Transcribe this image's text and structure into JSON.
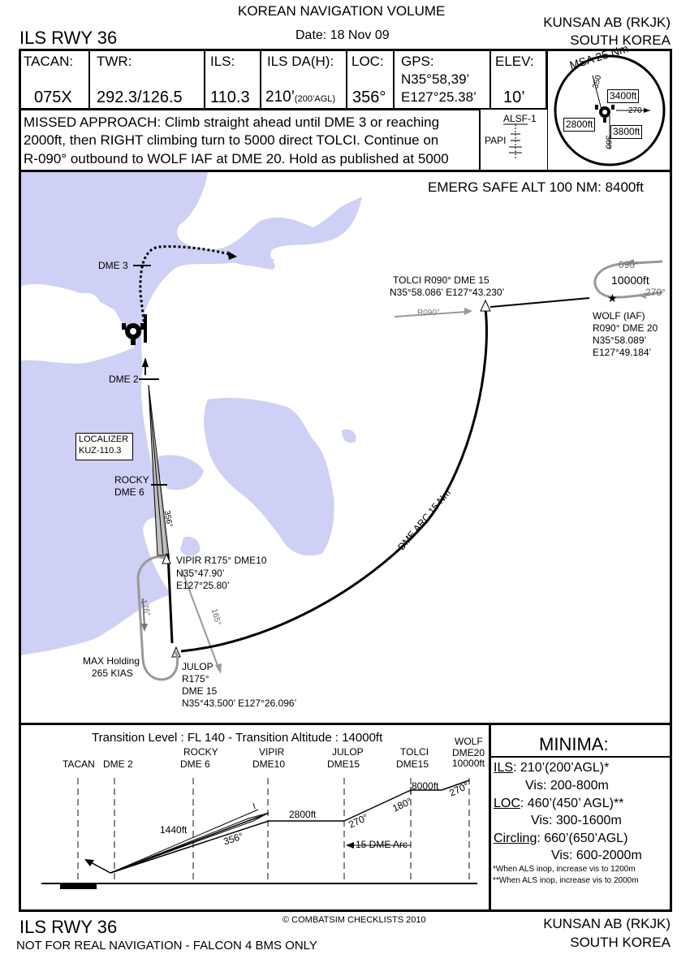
{
  "header": {
    "volume": "KOREAN NAVIGATION VOLUME",
    "procedure": "ILS RWY 36",
    "date": "Date: 18 Nov 09",
    "airport": "KUNSAN AB (RKJK)",
    "country": "SOUTH KOREA"
  },
  "info": {
    "tacan": {
      "label": "TACAN:",
      "value": "075X"
    },
    "twr": {
      "label": "TWR:",
      "value": "292.3/126.5"
    },
    "ils": {
      "label": "ILS:",
      "value": "110.3"
    },
    "ils_da": {
      "label": "ILS DA(H):",
      "value": "210’",
      "sub": "(200’AGL)"
    },
    "loc": {
      "label": "LOC:",
      "value": "356°"
    },
    "gps": {
      "label": "GPS:",
      "lat": "N35°58,39’",
      "lon": "E127°25.38’"
    },
    "elev": {
      "label": "ELEV:",
      "value": "10’"
    }
  },
  "missed_approach": {
    "line1": "MISSED APPROACH: Climb straight ahead until DME 3 or reaching",
    "line2": "2000ft, then RIGHT climbing turn to 5000 direct TOLCI. Continue on",
    "line3": "R-090° outbound to WOLF IAF at DME 20. Hold as published at 5000"
  },
  "lighting": {
    "alsf": "ALSF-1",
    "papi": "PAPI"
  },
  "msa": {
    "title": "MSA 25 Nm",
    "sectors": [
      "3400ft",
      "2800ft",
      "3800ft"
    ],
    "bearings": [
      "350",
      "270",
      "360"
    ]
  },
  "plan": {
    "emerg": "EMERG SAFE ALT 100 NM: 8400ft",
    "dme3": "DME 3",
    "dme2": "DME 2",
    "localizer": [
      "LOCALIZER",
      "KUZ-110.3"
    ],
    "rocky": [
      "ROCKY",
      "DME 6"
    ],
    "loc_course": "356°",
    "vipir": [
      "VIPIR  R175° DME10",
      "N35°47.90’",
      "E127°25.80’"
    ],
    "inbound_hold": "176°",
    "outbound_hold": "165°",
    "max_holding": [
      "MAX Holding",
      "265 KIAS"
    ],
    "julop": [
      "JULOP",
      "R175°",
      "DME 15",
      "N35°43.500’ E127°26.096’"
    ],
    "dme_arc": "DME ARC 15 Nm",
    "tolci": [
      "TOLCI R090° DME 15",
      "N35°58.086’ E127°43.230’"
    ],
    "r090": "R090°",
    "wolf": [
      "WOLF (IAF)",
      "R090° DME 20",
      "N35°58.089’",
      "E127°49.184’"
    ],
    "wolf_hold": {
      "out": "090°",
      "alt": "10000ft",
      "in": "270°"
    }
  },
  "profile": {
    "transition": "Transition Level : FL 140  -  Transition Altitude : 14000ft",
    "fixes": [
      {
        "l1": "",
        "l2": "TACAN"
      },
      {
        "l1": "",
        "l2": "DME 2"
      },
      {
        "l1": "ROCKY",
        "l2": "DME 6"
      },
      {
        "l1": "VIPIR",
        "l2": "DME10"
      },
      {
        "l1": "JULOP",
        "l2": "DME15"
      },
      {
        "l1": "TOLCI",
        "l2": "DME15"
      },
      {
        "l1": "WOLF",
        "l2": "DME20",
        "l3": "10000ft"
      }
    ],
    "alt_1440": "1440ft",
    "course_356": "356°",
    "alt_2800": "2800ft",
    "crs_270a": "270°",
    "crs_180": "180°",
    "alt_8000": "8000ft",
    "crs_270b": "270°",
    "arc": "15 DME Arc"
  },
  "minima": {
    "title": "MINIMA:",
    "ils_label": "ILS",
    "ils_value": ": 210’(200’AGL)*",
    "ils_vis": "Vis: 200-800m",
    "loc_label": "LOC",
    "loc_value": ": 460’(450’ AGL)**",
    "loc_vis": "Vis: 300-1600m",
    "circ_label": "Circling",
    "circ_value": ": 660’(650’AGL)",
    "circ_vis": "Vis: 600-2000m",
    "note1": "*When ALS inop, increase vis to 1200m",
    "note2": "**When ALS inop, increase vis to 2000m"
  },
  "footer": {
    "procedure": "ILS RWY 36",
    "copyright": "© COMBATSIM CHECKLISTS 2010",
    "disclaimer": "NOT FOR REAL NAVIGATION - FALCON 4 BMS ONLY",
    "airport": "KUNSAN AB (RKJK)",
    "country": "SOUTH KOREA"
  }
}
